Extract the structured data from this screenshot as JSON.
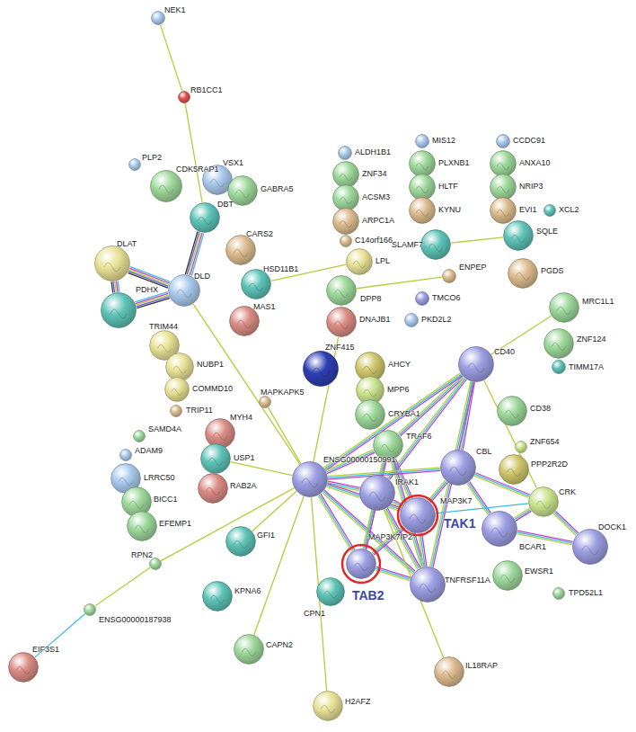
{
  "diagram": {
    "nodes": [
      {
        "text": [
          "NEK1"
        ]
      },
      {
        "text": [
          "RB1CC1"
        ]
      },
      {
        "text": [
          "PLP2"
        ]
      },
      {
        "text": [
          "VSX1"
        ]
      },
      {
        "text": [
          "CDK5RAP1"
        ]
      },
      {
        "text": [
          "GABRA5"
        ]
      },
      {
        "text": [
          "DBT"
        ]
      },
      {
        "text": [
          "DLAT"
        ]
      },
      {
        "text": [
          "DLD"
        ]
      },
      {
        "text": [
          "PDHX"
        ]
      },
      {
        "text": [
          "CARS2"
        ]
      },
      {
        "text": [
          "HSD11B1"
        ]
      },
      {
        "text": [
          "MAS1"
        ]
      },
      {
        "text": [
          "ALDH1B1"
        ]
      },
      {
        "text": [
          "ZNF34"
        ]
      },
      {
        "text": [
          "ACSM3"
        ]
      },
      {
        "text": [
          "ARPC1A"
        ]
      },
      {
        "text": [
          "C14orf166"
        ]
      },
      {
        "text": [
          "LPL"
        ]
      },
      {
        "text": [
          "DPP8"
        ]
      },
      {
        "text": [
          "DNAJB1"
        ]
      },
      {
        "text": [
          "MIS12"
        ]
      },
      {
        "text": [
          "PLXNB1"
        ]
      },
      {
        "text": [
          "HLTF"
        ]
      },
      {
        "text": [
          "KYNU"
        ]
      },
      {
        "text": [
          "CCDC91"
        ]
      },
      {
        "text": [
          "ANXA10"
        ]
      },
      {
        "text": [
          "NRIP3"
        ]
      },
      {
        "text": [
          "EVI1"
        ]
      },
      {
        "text": [
          "XCL2"
        ]
      },
      {
        "text": [
          "SLAMF7"
        ]
      },
      {
        "text": [
          "SQLE"
        ]
      },
      {
        "text": [
          "PGDS"
        ]
      },
      {
        "text": [
          "ENPEP"
        ]
      },
      {
        "text": [
          "TMCO6"
        ]
      },
      {
        "text": [
          "PKD2L2"
        ]
      },
      {
        "text": [
          "MRC1L1"
        ]
      },
      {
        "text": [
          "ZNF124"
        ]
      },
      {
        "text": [
          "TIMM17A"
        ]
      },
      {
        "text": [
          "TRIM44"
        ]
      },
      {
        "text": [
          "NUBP1"
        ]
      },
      {
        "text": [
          "COMMD10"
        ]
      },
      {
        "text": [
          "TRIP11"
        ]
      },
      {
        "text": [
          "ZNF415"
        ]
      },
      {
        "text": [
          "AHCY"
        ]
      },
      {
        "text": [
          "MPP6"
        ]
      },
      {
        "text": [
          "CRYBA1"
        ]
      },
      {
        "text": [
          "CD40"
        ]
      },
      {
        "text": [
          "MAPKAPK5"
        ]
      },
      {
        "text": [
          "CD38"
        ]
      },
      {
        "text": [
          "SAMD4A"
        ]
      },
      {
        "text": [
          "MYH4"
        ]
      },
      {
        "text": [
          "USP1"
        ]
      },
      {
        "text": [
          "ADAM9"
        ]
      },
      {
        "text": [
          "LRRC50"
        ]
      },
      {
        "text": [
          "TRAF6"
        ]
      },
      {
        "text": [
          "ZNF654"
        ]
      },
      {
        "text": [
          "PPP2R2D"
        ]
      },
      {
        "text": [
          "CBL"
        ]
      },
      {
        "text": [
          "BICC1"
        ]
      },
      {
        "text": [
          "RAB2A"
        ]
      },
      {
        "text": [
          "ENSG00000150991"
        ]
      },
      {
        "text": [
          "IRAK1"
        ]
      },
      {
        "text": [
          "MAP3K7"
        ]
      },
      {
        "text": [
          "CRK"
        ]
      },
      {
        "text": [
          "EFEMP1"
        ]
      },
      {
        "text": [
          "BCAR1"
        ]
      },
      {
        "text": [
          "DOCK1"
        ]
      },
      {
        "text": [
          "GFI1"
        ]
      },
      {
        "text": [
          "MAP3K7IP2"
        ]
      },
      {
        "text": [
          "EWSR1"
        ]
      },
      {
        "text": [
          "CPN1"
        ]
      },
      {
        "text": [
          "RPN2"
        ]
      },
      {
        "text": [
          "TNFRSF11A"
        ]
      },
      {
        "text": [
          "TPD52L1"
        ]
      },
      {
        "text": [
          "KPNA6"
        ]
      },
      {
        "text": [
          "ENSG00000187938"
        ]
      },
      {
        "text": [
          "CAPN2"
        ]
      },
      {
        "text": [
          "IL18RAP"
        ]
      },
      {
        "text": [
          "EIF3S1"
        ]
      },
      {
        "text": [
          "H2AFZ"
        ]
      }
    ],
    "edges": [
      {
        "from": 0,
        "to": 1,
        "arrow": "none"
      },
      {
        "from": 1,
        "to": 6,
        "arrow": "none"
      },
      {
        "from": 6,
        "to": 8,
        "arrow": "none"
      },
      {
        "from": 7,
        "to": 8,
        "arrow": "none"
      },
      {
        "from": 9,
        "to": 8,
        "arrow": "none"
      },
      {
        "from": 7,
        "to": 9,
        "arrow": "none"
      },
      {
        "from": 8,
        "to": 61,
        "arrow": "none"
      },
      {
        "from": 11,
        "to": 18,
        "arrow": "none"
      },
      {
        "from": 19,
        "to": 33,
        "arrow": "none"
      },
      {
        "from": 20,
        "to": 61,
        "arrow": "none"
      },
      {
        "from": 30,
        "to": 31,
        "arrow": "none"
      },
      {
        "from": 48,
        "to": 61,
        "arrow": "none"
      },
      {
        "from": 36,
        "to": 47,
        "arrow": "none"
      },
      {
        "from": 47,
        "to": 55,
        "arrow": "none"
      },
      {
        "from": 47,
        "to": 58,
        "arrow": "none"
      },
      {
        "from": 47,
        "to": 62,
        "arrow": "none"
      },
      {
        "from": 47,
        "to": 73,
        "arrow": "none"
      },
      {
        "from": 47,
        "to": 64,
        "arrow": "none"
      },
      {
        "from": 47,
        "to": 61,
        "arrow": "none"
      },
      {
        "from": 55,
        "to": 61,
        "arrow": "none"
      },
      {
        "from": 55,
        "to": 62,
        "arrow": "none"
      },
      {
        "from": 55,
        "to": 63,
        "arrow": "none"
      },
      {
        "from": 55,
        "to": 73,
        "arrow": "none"
      },
      {
        "from": 55,
        "to": 69,
        "arrow": "none"
      },
      {
        "from": 58,
        "to": 61,
        "arrow": "none"
      },
      {
        "from": 58,
        "to": 64,
        "arrow": "none"
      },
      {
        "from": 58,
        "to": 66,
        "arrow": "none"
      },
      {
        "from": 58,
        "to": 63,
        "arrow": "none"
      },
      {
        "from": 64,
        "to": 66,
        "arrow": "none"
      },
      {
        "from": 64,
        "to": 67,
        "arrow": "none"
      },
      {
        "from": 66,
        "to": 67,
        "arrow": "none"
      },
      {
        "from": 64,
        "to": 63,
        "arrow": "none"
      },
      {
        "from": 61,
        "to": 62,
        "arrow": "none"
      },
      {
        "from": 61,
        "to": 63,
        "arrow": "none"
      },
      {
        "from": 61,
        "to": 69,
        "arrow": "none"
      },
      {
        "from": 61,
        "to": 73,
        "arrow": "none"
      },
      {
        "from": 61,
        "to": 68,
        "arrow": "none"
      },
      {
        "from": 61,
        "to": 52,
        "arrow": "none"
      },
      {
        "from": 61,
        "to": 72,
        "arrow": "none"
      },
      {
        "from": 61,
        "to": 77,
        "arrow": "none"
      },
      {
        "from": 61,
        "to": 80,
        "arrow": "none"
      },
      {
        "from": 62,
        "to": 63,
        "arrow": "none"
      },
      {
        "from": 62,
        "to": 69,
        "arrow": "none"
      },
      {
        "from": 62,
        "to": 73,
        "arrow": "none"
      },
      {
        "from": 63,
        "to": 69,
        "arrow": "none"
      },
      {
        "from": 63,
        "to": 73,
        "arrow": "none"
      },
      {
        "from": 69,
        "to": 73,
        "arrow": "none"
      },
      {
        "from": 62,
        "to": 78,
        "arrow": "none"
      },
      {
        "from": 72,
        "to": 76,
        "arrow": "none"
      },
      {
        "from": 76,
        "to": 79,
        "arrow": "none"
      }
    ],
    "labels": [
      "TAK1",
      "TAB2"
    ]
  }
}
